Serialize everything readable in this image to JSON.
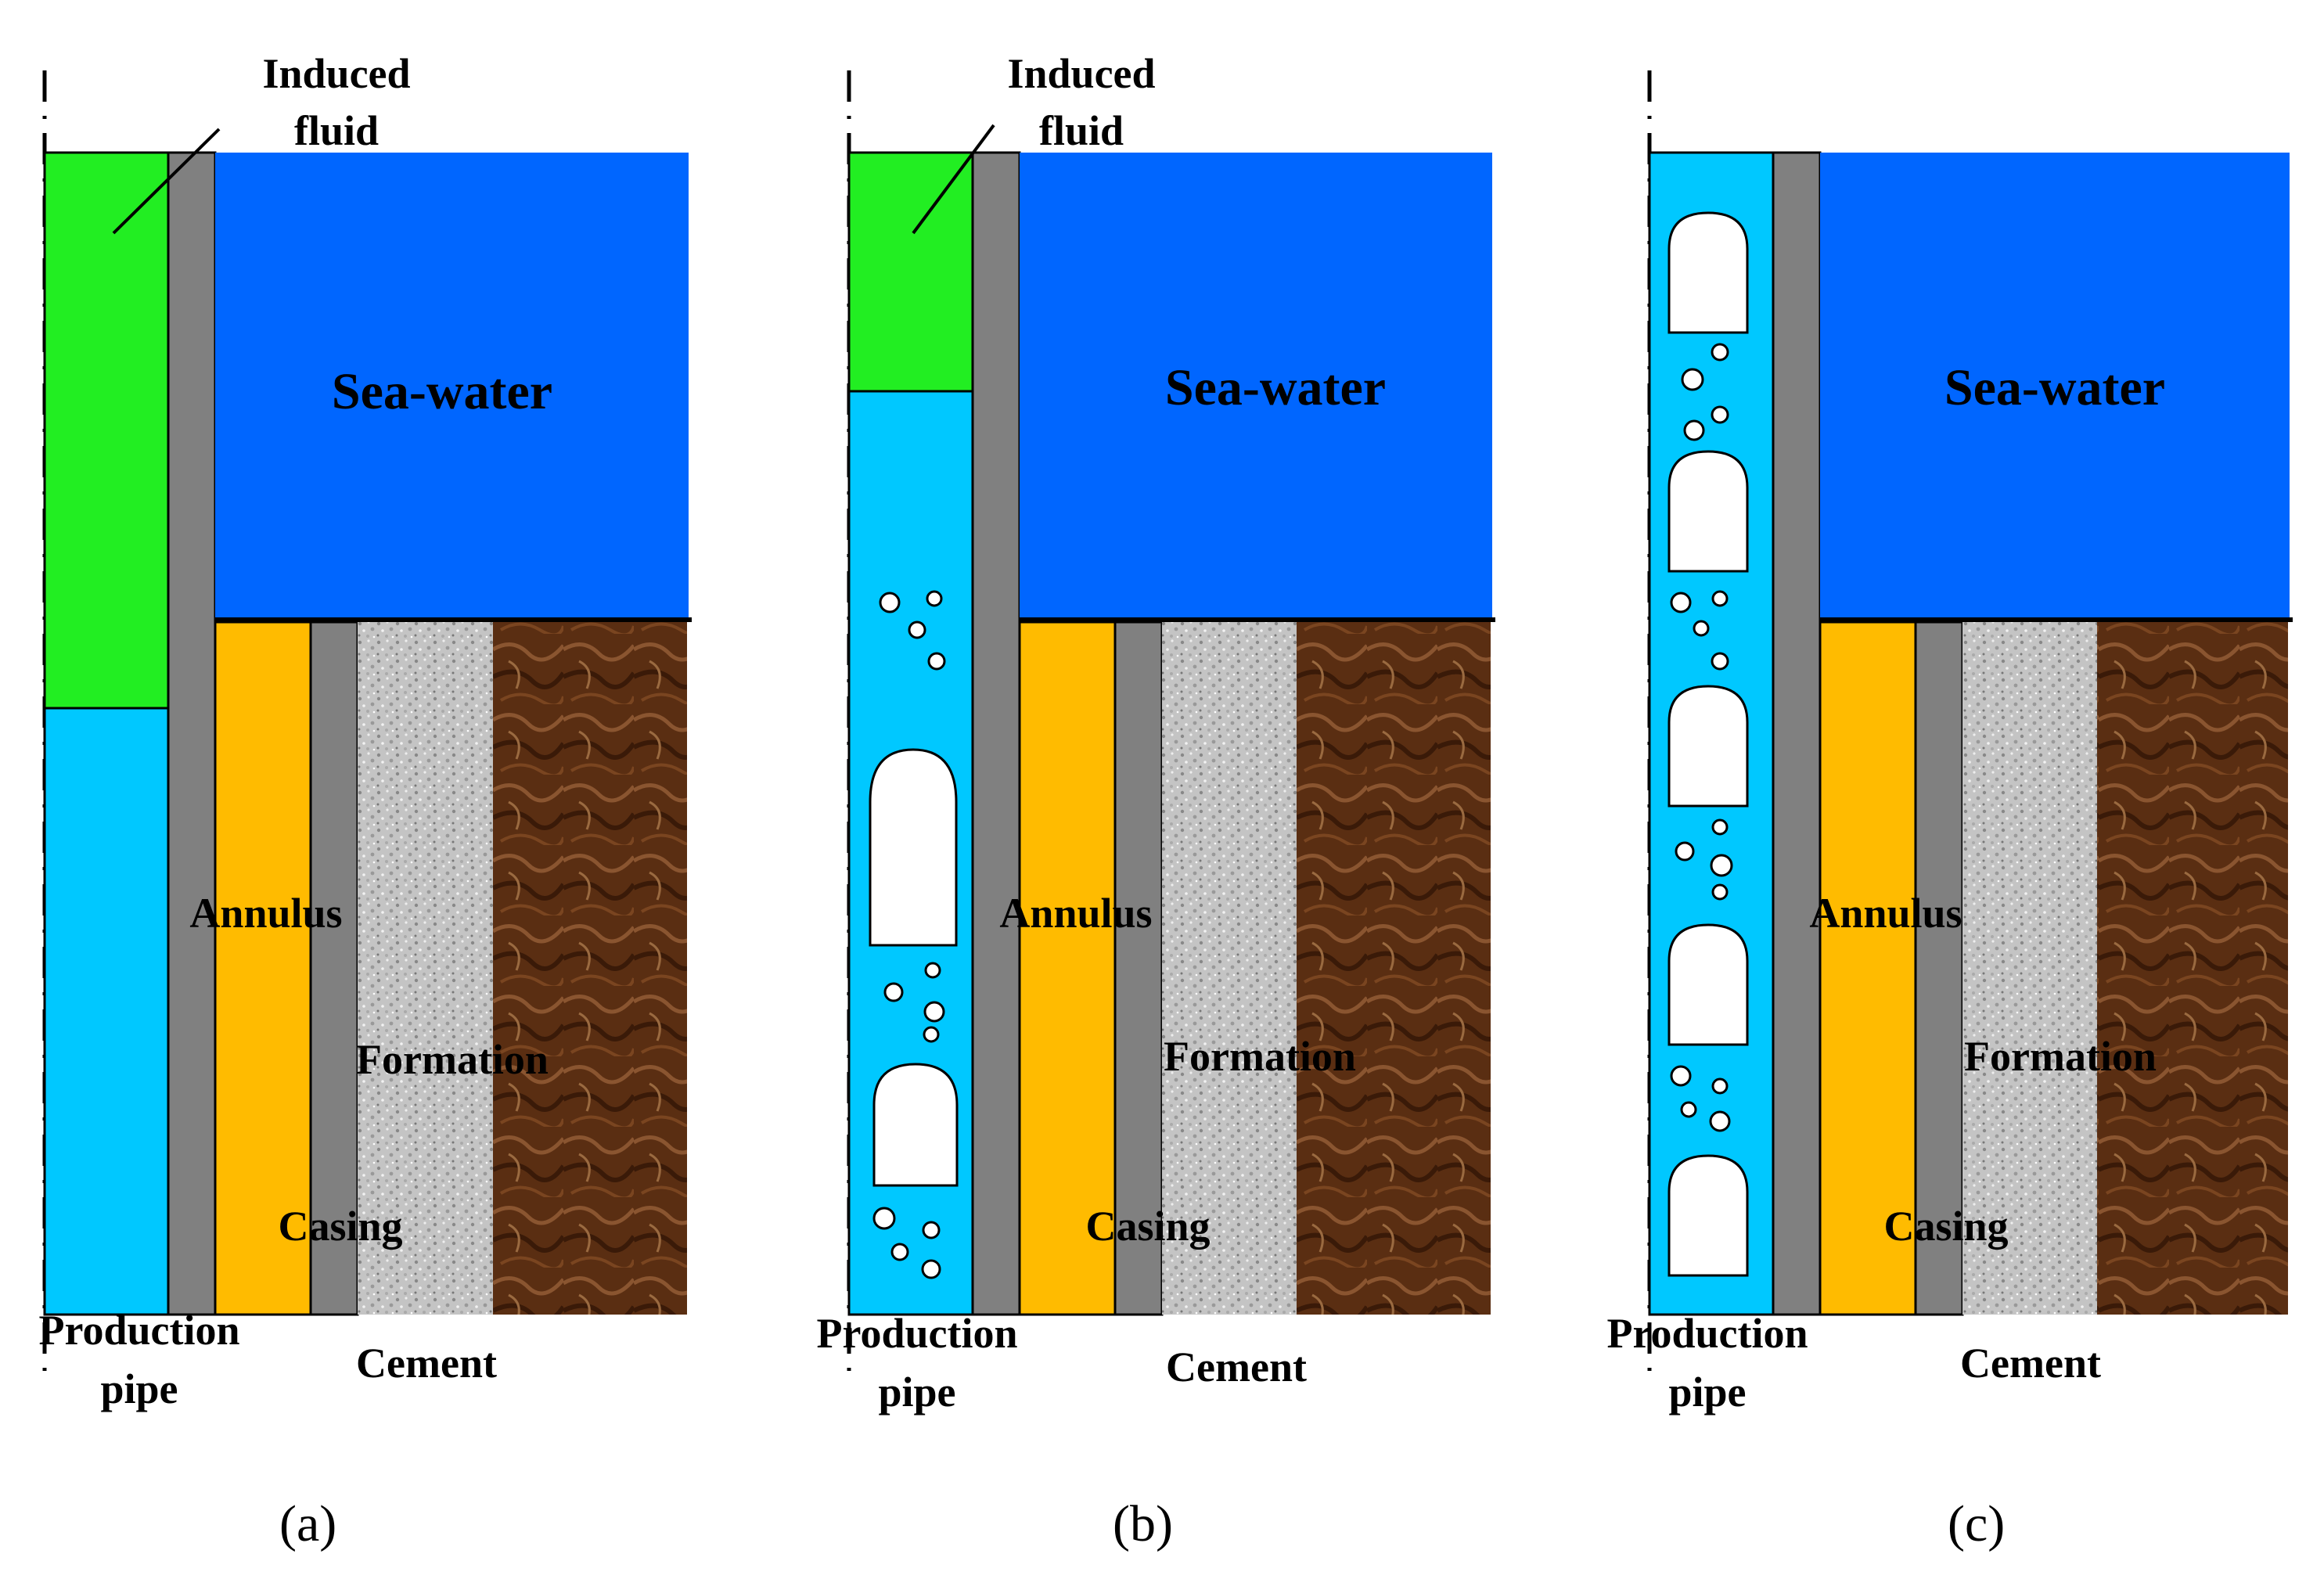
{
  "panels": [
    {
      "caption": "(a)",
      "labels": {
        "induced_line1": "Induced",
        "induced_line2": "fluid",
        "sea_water": "Sea-water",
        "annulus": "Annulus",
        "formation": "Formation",
        "casing": "Casing",
        "production_line1": "Production",
        "production_line2": "pipe",
        "cement": "Cement"
      }
    },
    {
      "caption": "(b)",
      "labels": {
        "induced_line1": "Induced",
        "induced_line2": "fluid",
        "sea_water": "Sea-water",
        "annulus": "Annulus",
        "formation": "Formation",
        "casing": "Casing",
        "production_line1": "Production",
        "production_line2": "pipe",
        "cement": "Cement"
      }
    },
    {
      "caption": "(c)",
      "labels": {
        "sea_water": "Sea-water",
        "annulus": "Annulus",
        "formation": "Formation",
        "casing": "Casing",
        "production_line1": "Production",
        "production_line2": "pipe",
        "cement": "Cement"
      }
    }
  ],
  "colors": {
    "induced_fluid": "#22ee22",
    "gas_liquid": "#00c8ff",
    "sea_water": "#0066ff",
    "steel": "#808080",
    "annulus": "#ffbb00",
    "cement": "#c8c8c8",
    "formation": "#5a2e12"
  }
}
